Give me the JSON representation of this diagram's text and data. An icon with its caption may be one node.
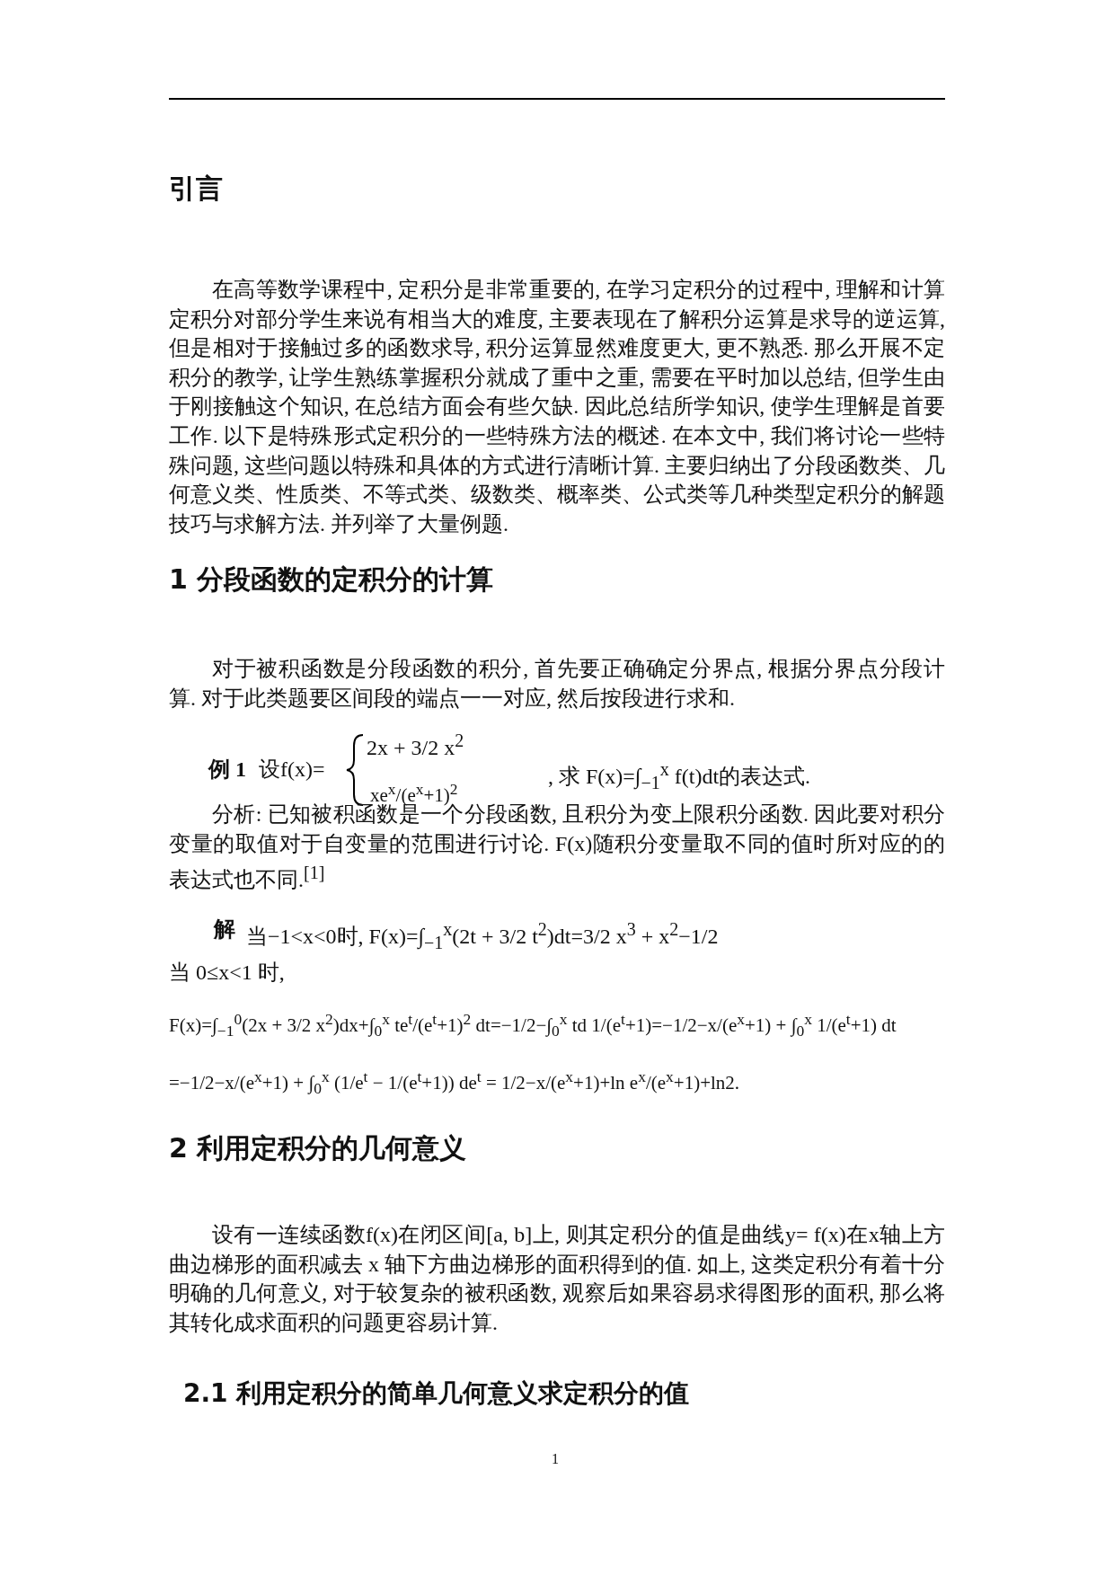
{
  "diagram": {
    "title": "引言",
    "labels": [
      "在高等数学课程中, 定积分是非常重要的, 在学习定积分的过程中, 理解和计算定积分对部分学生来说有相当大的难度, 主要表现在了解积分运算是求导的逆运算, 但是相对于接触过多的函数求导, 积分运算显然难度更大, 更不熟悉. 那么开展不定积分的教学, 让学生熟练掌握积分就成了重中之重, 需要在平时加以总结, 但学生由于刚接触这个知识, 在总结方面会有些欠缺. 因此总结所学知识, 使学生理解是首要工作. 以下是特殊形式定积分的一些特殊方法的概述. 在本文中, 我们将讨论一些特殊问题, 这些问题以特殊和具体的方式进行清晰计算. 主要归纳出了分段函数类、几何意义类、性质类、不等式类、级数类、概率类、公式类等几种类型定积分的解题技巧与求解方法. 并列举了大量例题.",
      "1 分段函数的定积分的计算",
      "对于被积函数是分段函数的积分, 首先要正确确定分界点, 根据分界点分段计算. 对于此类题要区间段的端点一一对应, 然后按段进行求和.",
      "例 1",
      "设f(x)=",
      "2x + 3/2 x$^{2}$",
      "xe$^{x}$/(e$^{x}$+1)$^{2}$",
      ", 求 F(x)=∫$_{−1}$$^{x}$ f(t)dt的表达式.",
      "分析: 已知被积函数是一个分段函数, 且积分为变上限积分函数. 因此要对积分变量的取值对于自变量的范围进行讨论. F(x)随积分变量取不同的值时所对应的的表达式也不同.$^{[1]}$",
      "解",
      "当−1<x<0时, F(x)=∫$_{−1}$$^{x}$(2t + 3/2 t$^{2}$)dt=3/2 x$^{3}$ + x$^{2}$−1/2",
      "当 0≤x<1 时,",
      "F(x)=∫$_{−1}$$^{0}$(2x + 3/2 x$^{2}$)dx+∫$_{0}$$^{x}$ te$^{t}$/(e$^{t}$+1)$^{2}$ dt=−1/2−∫$_{0}$$^{x}$ td 1/(e$^{t}$+1)=−1/2−x/(e$^{x}$+1) + ∫$_{0}$$^{x}$ 1/(e$^{t}$+1) dt",
      "=−1/2−x/(e$^{x}$+1) + ∫$_{0}$$^{x}$ (1/e$^{t}$ − 1/(e$^{t}$+1)) de$^{t}$ = 1/2−x/(e$^{x}$+1)+ln e$^{x}$/(e$^{x}$+1)+ln2.",
      "2 利用定积分的几何意义",
      "设有一连续函数f(x)在闭区间[a, b]上, 则其定积分的值是曲线y= f(x)在x轴上方曲边梯形的面积减去 x 轴下方曲边梯形的面积得到的值. 如上, 这类定积分有着十分明确的几何意义, 对于较复杂的被积函数, 观察后如果容易求得图形的面积, 那么将其转化成求面积的问题更容易计算.",
      "2.1 利用定积分的简单几何意义求定积分的值",
      "1"
    ]
  }
}
